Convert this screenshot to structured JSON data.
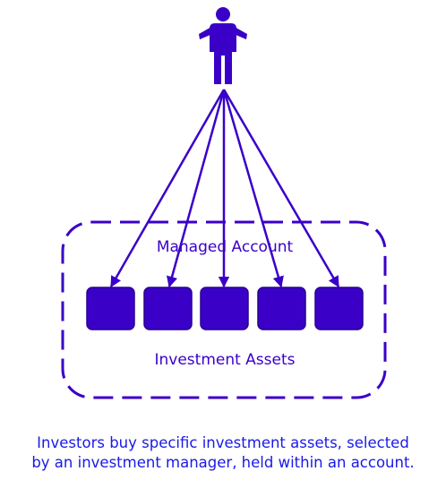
{
  "diagram": {
    "container_label": "Managed Account",
    "assets_label": "Investment Assets",
    "asset_count": 5,
    "icons": {
      "investor": "person-icon"
    },
    "colors": {
      "primary": "#3a00c8",
      "asset_fill": "#3a00c8",
      "label_text": "#3a00c8",
      "caption_text": "#1a1ae6"
    }
  },
  "caption": {
    "line1": "Investors buy specific investment assets, selected",
    "line2": "by an investment manager, held within an account."
  }
}
